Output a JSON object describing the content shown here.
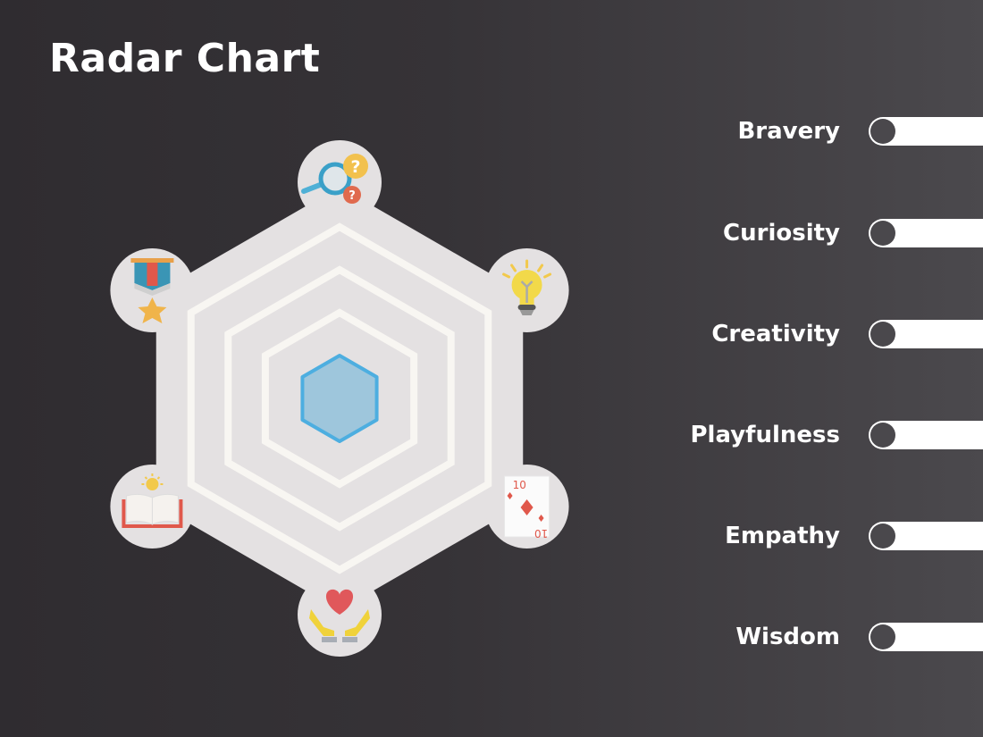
{
  "title": "Radar Chart",
  "colors": {
    "background_left": "#2f2c30",
    "background_right": "#4b494d",
    "plate": "#e4e1e2",
    "grid": "#f8f6f2",
    "series_fill": "#9ec6dc",
    "series_stroke": "#4daee0",
    "slider_track": "#ffffff",
    "slider_knob": "#4a484c"
  },
  "chart_data": {
    "type": "radar",
    "title": "Radar Chart",
    "axes": [
      {
        "name": "Curiosity",
        "icon": "magnifier-question-icon"
      },
      {
        "name": "Creativity",
        "icon": "lightbulb-icon"
      },
      {
        "name": "Playfulness",
        "icon": "playing-card-icon"
      },
      {
        "name": "Empathy",
        "icon": "hands-heart-icon"
      },
      {
        "name": "Wisdom",
        "icon": "open-book-icon"
      },
      {
        "name": "Bravery",
        "icon": "medal-icon"
      }
    ],
    "rmax": 4,
    "grid_levels": [
      2,
      3,
      4
    ],
    "series": [
      {
        "values": [
          1,
          1,
          1,
          1,
          1,
          1
        ]
      }
    ],
    "grid": true
  },
  "sliders": [
    {
      "label": "Bravery",
      "value": 0
    },
    {
      "label": "Curiosity",
      "value": 0
    },
    {
      "label": "Creativity",
      "value": 0
    },
    {
      "label": "Playfulness",
      "value": 0
    },
    {
      "label": "Empathy",
      "value": 0
    },
    {
      "label": "Wisdom",
      "value": 0
    }
  ]
}
